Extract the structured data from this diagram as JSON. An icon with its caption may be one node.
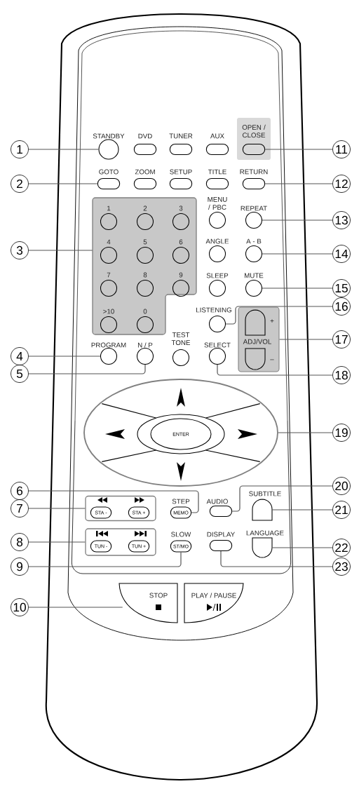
{
  "diagram": {
    "nodes": [
      {
        "text": [
          "1"
        ]
      },
      {
        "text": [
          "2"
        ]
      },
      {
        "text": [
          "3"
        ]
      },
      {
        "text": [
          "4"
        ]
      },
      {
        "text": [
          "5"
        ]
      },
      {
        "text": [
          "6"
        ]
      },
      {
        "text": [
          "7"
        ]
      },
      {
        "text": [
          "8"
        ]
      },
      {
        "text": [
          "9"
        ]
      },
      {
        "text": [
          "10"
        ]
      },
      {
        "text": [
          "11"
        ]
      },
      {
        "text": [
          "12"
        ]
      },
      {
        "text": [
          "13"
        ]
      },
      {
        "text": [
          "14"
        ]
      },
      {
        "text": [
          "15"
        ]
      },
      {
        "text": [
          "16"
        ]
      },
      {
        "text": [
          "17"
        ]
      },
      {
        "text": [
          "18"
        ]
      },
      {
        "text": [
          "19"
        ]
      },
      {
        "text": [
          "20"
        ]
      },
      {
        "text": [
          "21"
        ]
      },
      {
        "text": [
          "22"
        ]
      },
      {
        "text": [
          "23"
        ]
      },
      {
        "text": [
          "STANDBY"
        ]
      },
      {
        "text": [
          "DVD"
        ]
      },
      {
        "text": [
          "TUNER"
        ]
      },
      {
        "text": [
          "AUX"
        ]
      },
      {
        "text": [
          "OPEN / CLOSE"
        ]
      },
      {
        "text": [
          "GOTO"
        ]
      },
      {
        "text": [
          "ZOOM"
        ]
      },
      {
        "text": [
          "SETUP"
        ]
      },
      {
        "text": [
          "TITLE"
        ]
      },
      {
        "text": [
          "RETURN"
        ]
      },
      {
        "text": [],
        "shape": "box"
      },
      {
        "text": [
          "1"
        ],
        "in": 33
      },
      {
        "text": [
          "2"
        ],
        "in": 33
      },
      {
        "text": [
          "3"
        ],
        "in": 33
      },
      {
        "text": [
          "4"
        ],
        "in": 33
      },
      {
        "text": [
          "5"
        ],
        "in": 33
      },
      {
        "text": [
          "6"
        ],
        "in": 33
      },
      {
        "text": [
          "7"
        ],
        "in": 33
      },
      {
        "text": [
          "8"
        ],
        "in": 33
      },
      {
        "text": [
          "9"
        ],
        "in": 33
      },
      {
        "text": [
          ">10"
        ],
        "in": 33
      },
      {
        "text": [
          "0"
        ],
        "in": 33
      },
      {
        "text": [
          "MENU / PBC"
        ]
      },
      {
        "text": [
          "REPEAT"
        ]
      },
      {
        "text": [
          "ANGLE"
        ]
      },
      {
        "text": [
          "A - B"
        ]
      },
      {
        "text": [
          "SLEEP"
        ]
      },
      {
        "text": [
          "MUTE"
        ]
      },
      {
        "text": [
          "LISTENING"
        ]
      },
      {
        "text": [
          "ADJ/VOL"
        ]
      },
      {
        "text": [
          "+"
        ],
        "in": 52
      },
      {
        "text": [
          "–"
        ],
        "in": 52
      },
      {
        "text": [
          "PROGRAM"
        ]
      },
      {
        "text": [
          "N / P"
        ]
      },
      {
        "text": [
          "TEST TONE"
        ]
      },
      {
        "text": [
          "SELECT"
        ]
      },
      {
        "text": [],
        "shape": "ellipse"
      },
      {
        "text": [
          "ENTER"
        ],
        "in": 59
      },
      {
        "text": [],
        "shape": "box"
      },
      {
        "text": [
          "STA -"
        ],
        "in": 61
      },
      {
        "text": [
          "STA +"
        ],
        "in": 61
      },
      {
        "text": [
          "STEP",
          "MEMO"
        ]
      },
      {
        "text": [
          "AUDIO"
        ]
      },
      {
        "text": [
          "SUBTITLE"
        ]
      },
      {
        "text": [],
        "shape": "box"
      },
      {
        "text": [
          "TUN -"
        ],
        "in": 67
      },
      {
        "text": [
          "TUN +"
        ],
        "in": 67
      },
      {
        "text": [
          "SLOW",
          "ST/MO"
        ]
      },
      {
        "text": [
          "DISPLAY"
        ]
      },
      {
        "text": [
          "LANGUAGE"
        ]
      },
      {
        "text": [
          "STOP"
        ]
      },
      {
        "text": [
          "PLAY / PAUSE"
        ]
      }
    ],
    "edges": [
      {
        "from": 0,
        "to": 23,
        "arrow": "none"
      },
      {
        "from": 1,
        "to": 28,
        "arrow": "none"
      },
      {
        "from": 2,
        "to": 33,
        "arrow": "none"
      },
      {
        "from": 3,
        "to": 55,
        "arrow": "none"
      },
      {
        "from": 4,
        "to": 56,
        "arrow": "none"
      },
      {
        "from": 5,
        "to": 64,
        "arrow": "none"
      },
      {
        "from": 6,
        "to": 61,
        "arrow": "none"
      },
      {
        "from": 7,
        "to": 67,
        "arrow": "none"
      },
      {
        "from": 8,
        "to": 70,
        "arrow": "none"
      },
      {
        "from": 9,
        "to": 73,
        "arrow": "none"
      },
      {
        "from": 10,
        "to": 27,
        "arrow": "none"
      },
      {
        "from": 11,
        "to": 32,
        "arrow": "none"
      },
      {
        "from": 12,
        "to": 46,
        "arrow": "none"
      },
      {
        "from": 13,
        "to": 48,
        "arrow": "none"
      },
      {
        "from": 14,
        "to": 50,
        "arrow": "none"
      },
      {
        "from": 15,
        "to": 51,
        "arrow": "none"
      },
      {
        "from": 16,
        "to": 52,
        "arrow": "none"
      },
      {
        "from": 17,
        "to": 58,
        "arrow": "none"
      },
      {
        "from": 18,
        "to": 59,
        "arrow": "none"
      },
      {
        "from": 19,
        "to": 65,
        "arrow": "none"
      },
      {
        "from": 20,
        "to": 66,
        "arrow": "none"
      },
      {
        "from": 21,
        "to": 72,
        "arrow": "none"
      },
      {
        "from": 22,
        "to": 71,
        "arrow": "none"
      }
    ]
  }
}
